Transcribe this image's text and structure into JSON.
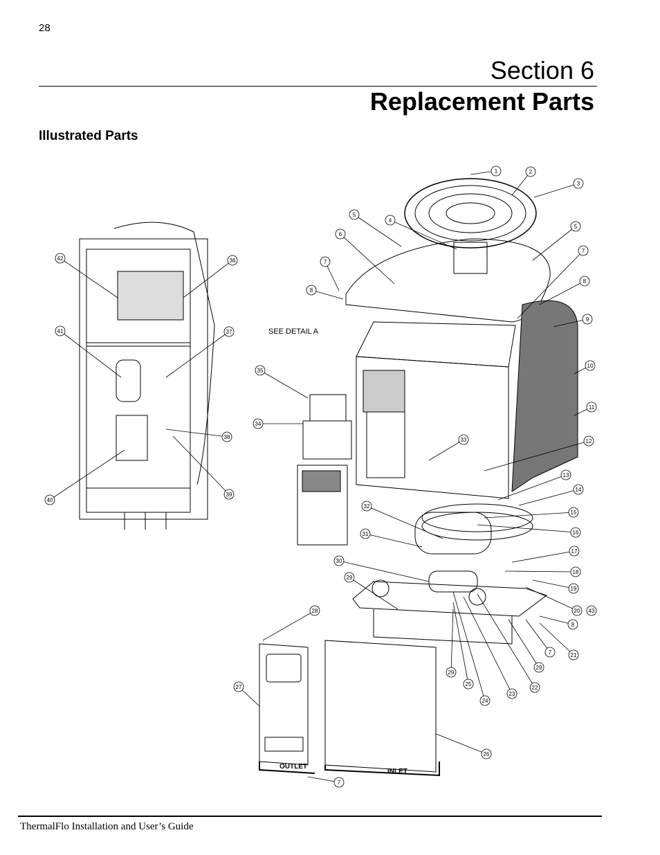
{
  "page_number": "28",
  "section_label": "Section 6",
  "section_title": "Replacement Parts",
  "subheading": "Illustrated Parts",
  "footer": "ThermalFlo Installation and User’s Guide",
  "figure": {
    "detail_note": "SEE DETAIL A",
    "panel_labels": {
      "outlet": "OUTLET",
      "inlet": "INLET"
    },
    "callouts_main": [
      "1",
      "2",
      "3",
      "5",
      "4",
      "6",
      "5",
      "7",
      "7",
      "8",
      "8",
      "9",
      "35",
      "10",
      "11",
      "34",
      "33",
      "12",
      "13",
      "14",
      "32",
      "15",
      "16",
      "31",
      "17",
      "30",
      "18",
      "29",
      "19",
      "20",
      "43",
      "28",
      "8",
      "7",
      "21",
      "29",
      "22",
      "23",
      "24",
      "25",
      "29",
      "26",
      "27",
      "7"
    ],
    "callouts_detail": [
      "42",
      "36",
      "41",
      "37",
      "38",
      "40",
      "39"
    ]
  }
}
